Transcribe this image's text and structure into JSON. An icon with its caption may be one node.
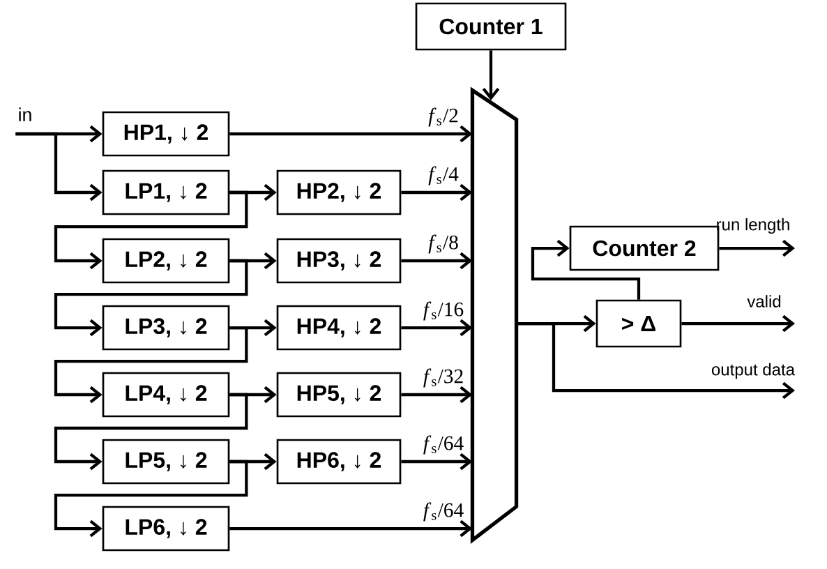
{
  "diagram": {
    "nodes": [
      {
        "text": [
          "in"
        ]
      },
      {
        "text": [
          "Counter 1"
        ]
      },
      {
        "text": [
          "HP1, ↓ 2"
        ]
      },
      {
        "text": [
          "LP1, ↓ 2"
        ]
      },
      {
        "text": [
          "HP2, ↓ 2"
        ]
      },
      {
        "text": [
          "LP2, ↓ 2"
        ]
      },
      {
        "text": [
          "HP3, ↓ 2"
        ]
      },
      {
        "text": [
          "LP3, ↓ 2"
        ]
      },
      {
        "text": [
          "HP4, ↓ 2"
        ]
      },
      {
        "text": [
          "LP4, ↓ 2"
        ]
      },
      {
        "text": [
          "HP5, ↓ 2"
        ]
      },
      {
        "text": [
          "LP5, ↓ 2"
        ]
      },
      {
        "text": [
          "HP6, ↓ 2"
        ]
      },
      {
        "text": [
          "LP6, ↓ 2"
        ]
      },
      {
        "text": [],
        "shape": "trapezoid"
      },
      {
        "text": [
          "Counter 2"
        ]
      },
      {
        "text": [
          "> Δ"
        ]
      }
    ],
    "edges": [
      {
        "from": 0,
        "to": 2,
        "arrow": "to"
      },
      {
        "from": 0,
        "to": 3,
        "arrow": "to"
      },
      {
        "from": 3,
        "to": 4,
        "arrow": "to"
      },
      {
        "from": 3,
        "to": 5,
        "arrow": "to"
      },
      {
        "from": 5,
        "to": 6,
        "arrow": "to"
      },
      {
        "from": 5,
        "to": 7,
        "arrow": "to"
      },
      {
        "from": 7,
        "to": 8,
        "arrow": "to"
      },
      {
        "from": 7,
        "to": 9,
        "arrow": "to"
      },
      {
        "from": 9,
        "to": 10,
        "arrow": "to"
      },
      {
        "from": 9,
        "to": 11,
        "arrow": "to"
      },
      {
        "from": 11,
        "to": 12,
        "arrow": "to"
      },
      {
        "from": 11,
        "to": 13,
        "arrow": "to"
      },
      {
        "from": 2,
        "to": 14,
        "arrow": "to",
        "label": "*f*$_{s}$/2"
      },
      {
        "from": 4,
        "to": 14,
        "arrow": "to",
        "label": "*f*$_{s}$/4"
      },
      {
        "from": 6,
        "to": 14,
        "arrow": "to",
        "label": "*f*$_{s}$/8"
      },
      {
        "from": 8,
        "to": 14,
        "arrow": "to",
        "label": "*f*$_{s}$/16"
      },
      {
        "from": 10,
        "to": 14,
        "arrow": "to",
        "label": "*f*$_{s}$/32"
      },
      {
        "from": 12,
        "to": 14,
        "arrow": "to",
        "label": "*f*$_{s}$/64"
      },
      {
        "from": 13,
        "to": 14,
        "arrow": "to",
        "label": "*f*$_{s}$/64"
      },
      {
        "from": 1,
        "to": 14,
        "arrow": "to"
      },
      {
        "from": 14,
        "to": 16,
        "arrow": "to"
      },
      {
        "from": 16,
        "to": 15,
        "arrow": "to"
      },
      {
        "from": 14,
        "to": null,
        "arrow": "to",
        "label": "output data"
      },
      {
        "from": 15,
        "to": null,
        "arrow": "to",
        "label": "run length"
      },
      {
        "from": 16,
        "to": null,
        "arrow": "to",
        "label": "valid"
      }
    ]
  }
}
